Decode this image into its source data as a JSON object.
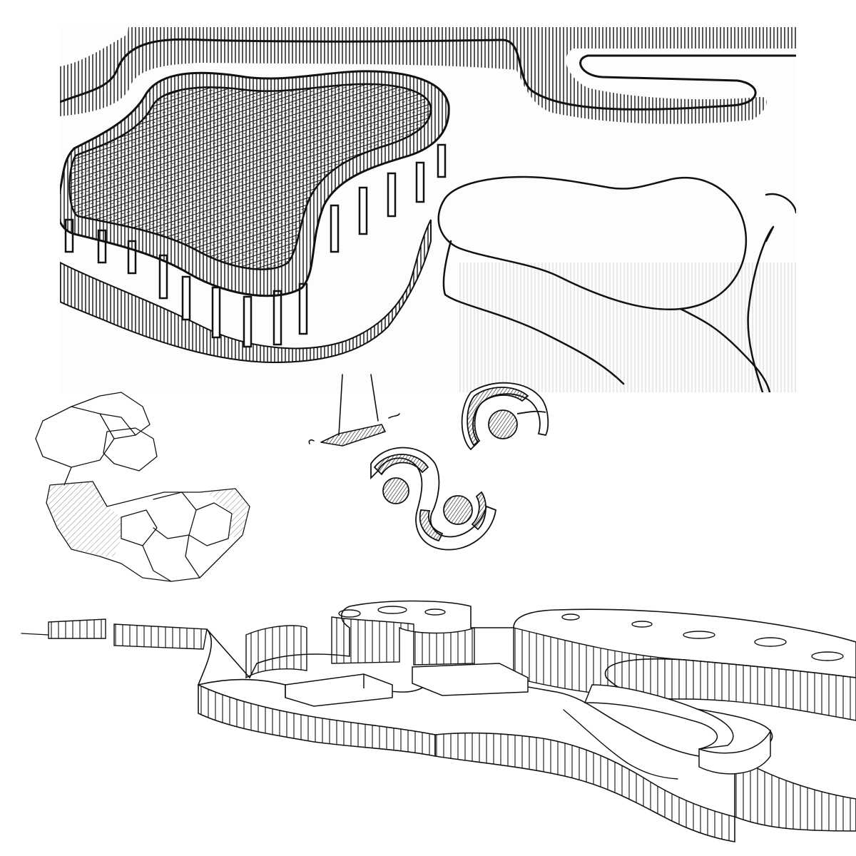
{
  "colors": {
    "ink": "#111111",
    "paper": "#ffffff",
    "hatch_light": "#888888"
  },
  "sketches": [
    {
      "key": "top",
      "kind": "sketch"
    },
    {
      "key": "plan",
      "kind": "sketch"
    },
    {
      "key": "swings",
      "kind": "sketch"
    },
    {
      "key": "bottom",
      "kind": "sketch"
    }
  ]
}
